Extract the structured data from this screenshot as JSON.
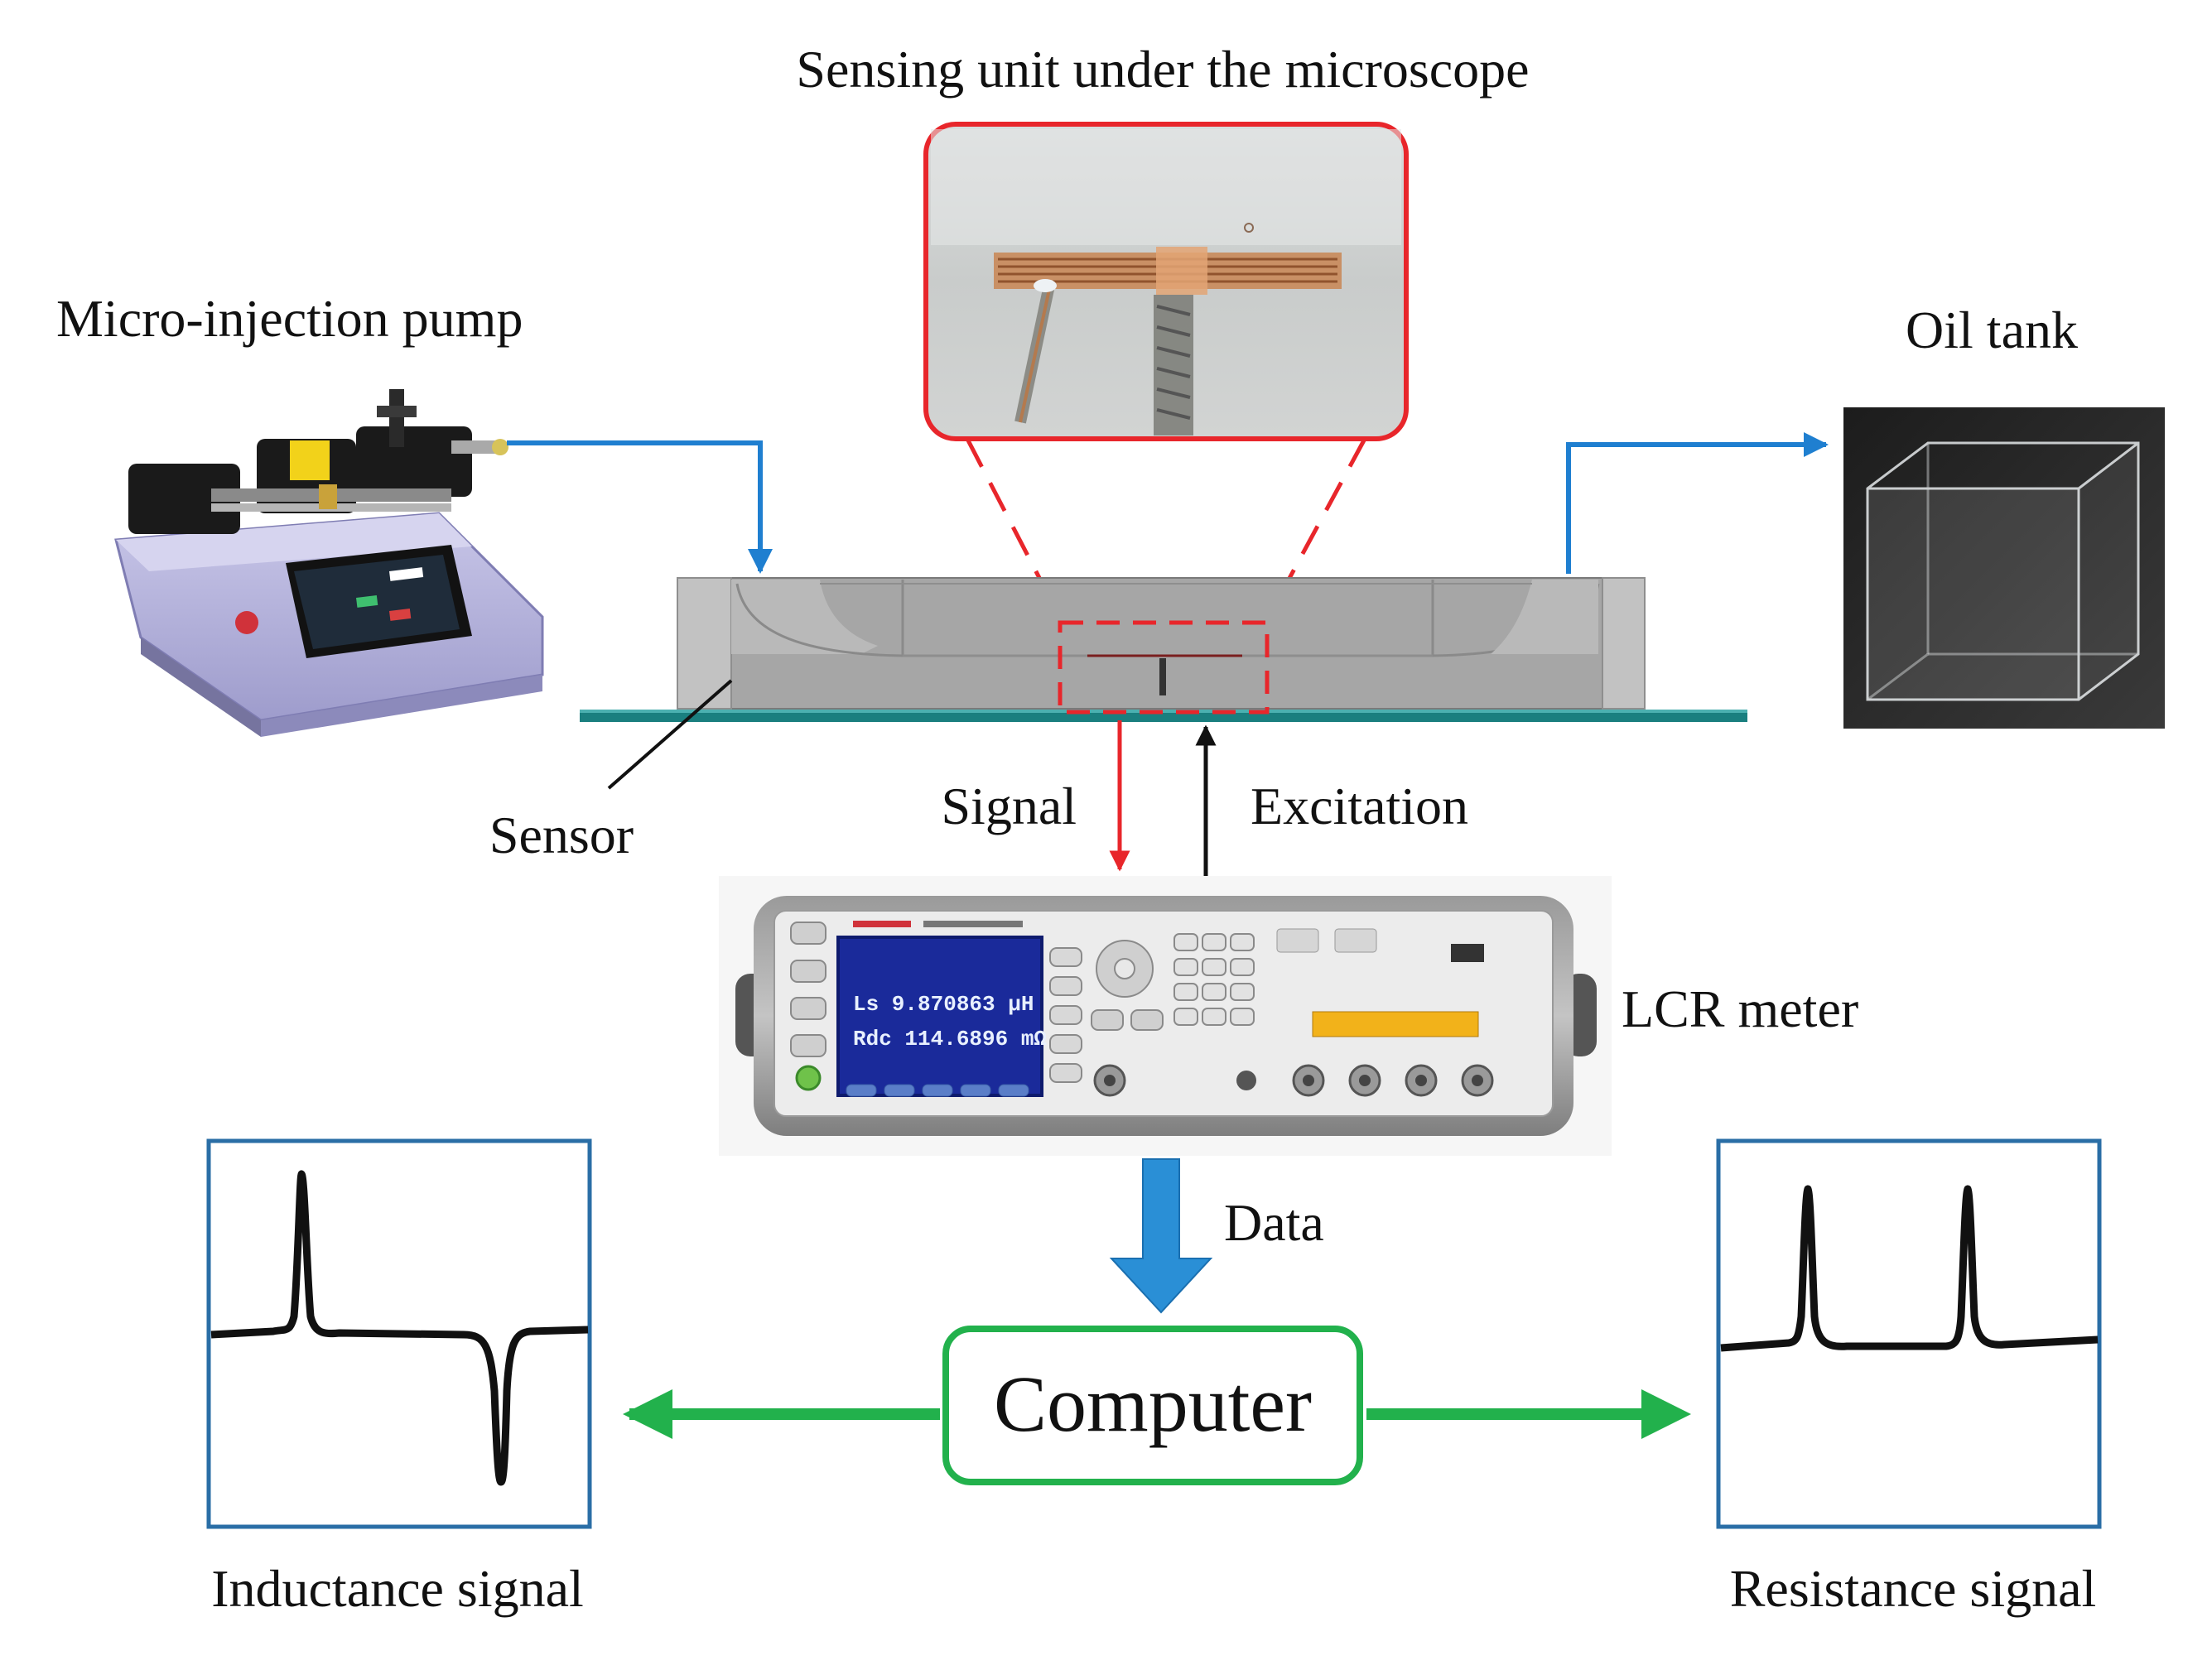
{
  "labels": {
    "microscope_title": "Sensing unit under the microscope",
    "pump": "Micro-injection pump",
    "oil_tank": "Oil tank",
    "sensor": "Sensor",
    "signal": "Signal",
    "excitation": "Excitation",
    "lcr_meter": "LCR meter",
    "data": "Data",
    "computer": "Computer",
    "inductance_signal": "Inductance signal",
    "resistance_signal": "Resistance signal"
  },
  "lcr_display": {
    "line1": "Ls  9.870863 μH",
    "line2": "Rdc 114.6896 mΩ"
  },
  "colors": {
    "microscope_frame": "#e8262b",
    "zoom_dash": "#e8262b",
    "fluid_arrow": "#1f7fd0",
    "signal_arrow": "#e8262b",
    "excitation_arrow": "#111111",
    "data_arrow": "#2a8fd6",
    "computer_box": "#22b14c",
    "output_arrow": "#22b14c",
    "plot_frame": "#2a6ea6",
    "substrate": "#1a7f7f"
  },
  "icons": [
    "syringe-pump-icon",
    "oil-tank-icon",
    "lcr-meter-icon",
    "micrograph-image",
    "sensor-chip-icon"
  ]
}
